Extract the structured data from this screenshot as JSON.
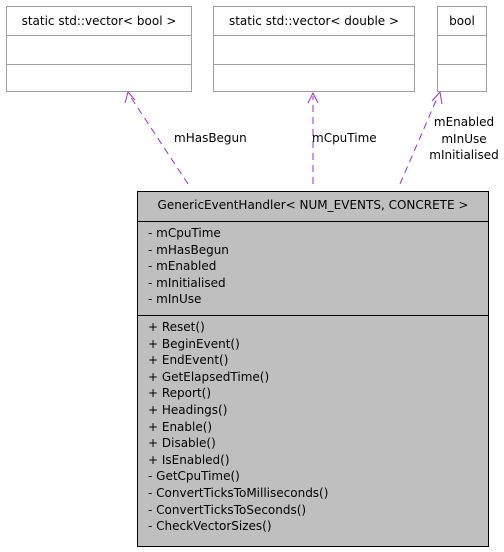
{
  "classes": {
    "bool_vector": {
      "name": "static std::vector< bool >"
    },
    "double_vector": {
      "name": "static std::vector< double >"
    },
    "bool": {
      "name": "bool"
    },
    "main": {
      "name": "GenericEventHandler< NUM_EVENTS, CONCRETE >",
      "attributes": [
        "- mCpuTime",
        "- mHasBegun",
        "- mEnabled",
        "- mInitialised",
        "- mInUse"
      ],
      "operations": [
        "+ Reset()",
        "+ BeginEvent()",
        "+ EndEvent()",
        "+ GetElapsedTime()",
        "+ Report()",
        "+ Headings()",
        "+ Enable()",
        "+ Disable()",
        "+ IsEnabled()",
        "- GetCpuTime()",
        "- ConvertTicksToMilliseconds()",
        "- ConvertTicksToSeconds()",
        "- CheckVectorSizes()"
      ]
    }
  },
  "edges": {
    "has_begun": {
      "lines": [
        "mHasBegun"
      ]
    },
    "cpu_time": {
      "lines": [
        "mCpuTime"
      ]
    },
    "flags": {
      "lines": [
        "mEnabled",
        "mInUse",
        "mInitialised"
      ]
    }
  },
  "colors": {
    "arrow": "#9a32cd",
    "box_border": "#a0a0a0",
    "main_fill": "#bfbfbf"
  }
}
